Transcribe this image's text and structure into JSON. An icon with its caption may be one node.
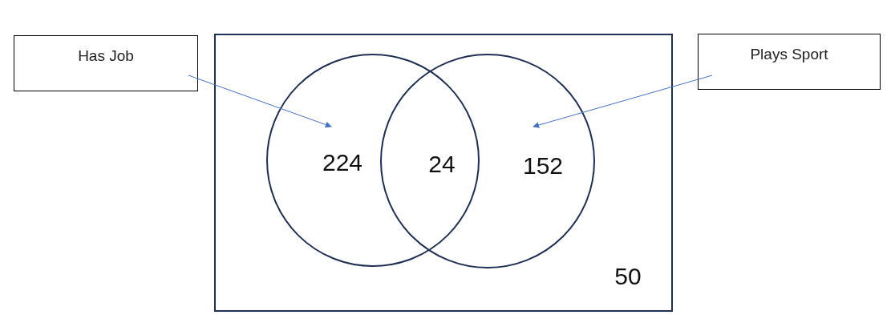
{
  "diagram": {
    "nodes": [
      {
        "text": [
          "Has Job"
        ]
      },
      {
        "text": [
          "Plays Sport"
        ]
      },
      {
        "text": [
          "50"
        ]
      },
      {
        "text": [
          "224"
        ],
        "in": 2
      },
      {
        "text": [
          "152"
        ],
        "in": 2
      }
    ],
    "edges": [
      {
        "from": 0,
        "to": 3,
        "arrow": "to"
      },
      {
        "from": 1,
        "to": 4,
        "arrow": "to"
      }
    ],
    "labels": [
      "24"
    ]
  }
}
